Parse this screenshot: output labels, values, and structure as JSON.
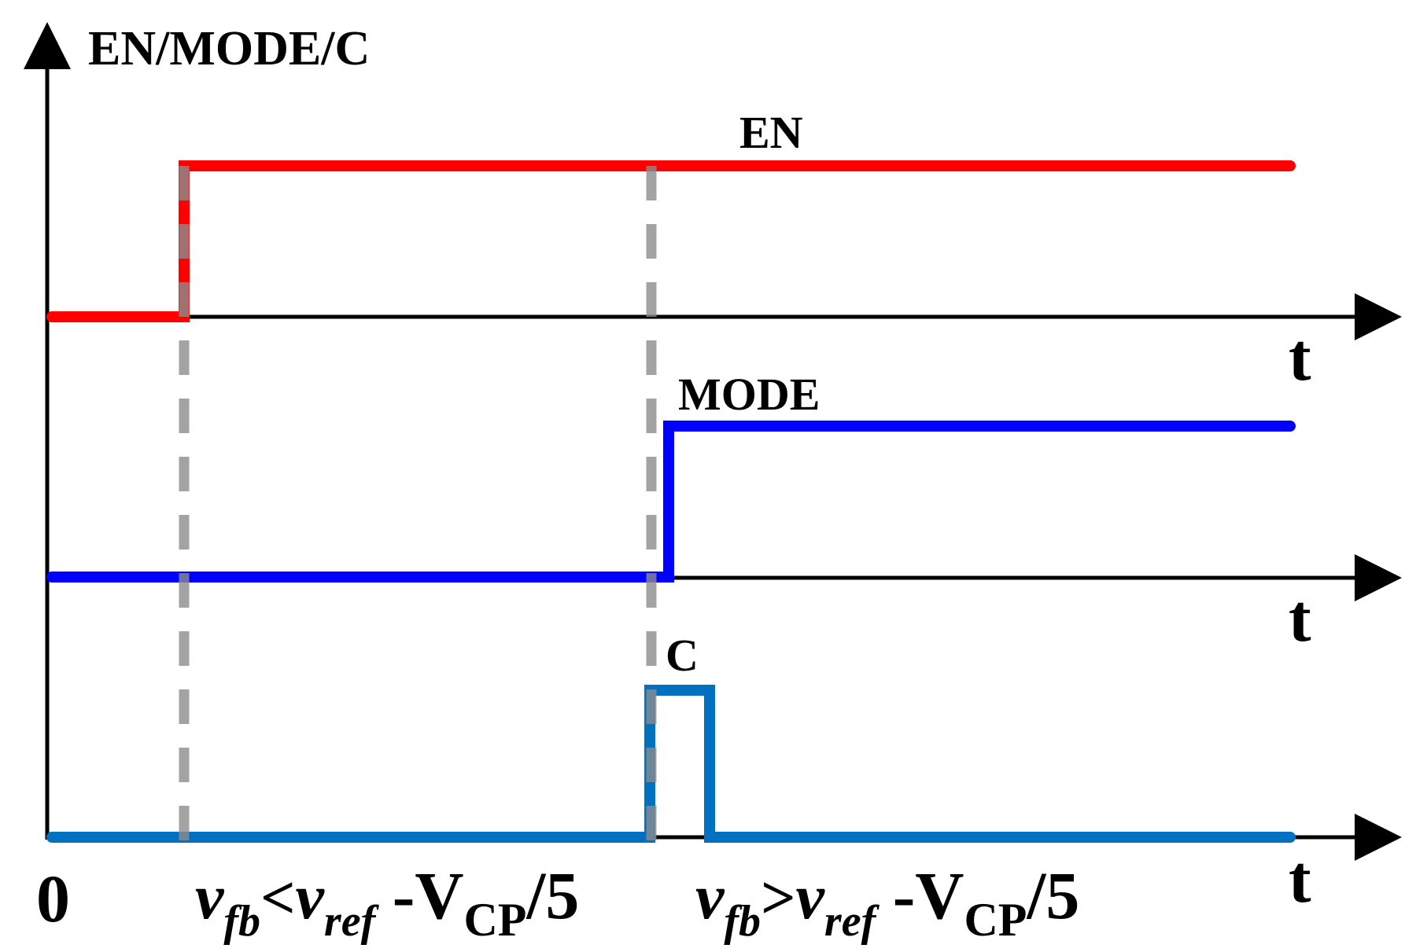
{
  "diagram": {
    "y_axis_label": "EN/MODE/C",
    "origin_label": "0",
    "time_axis_label": "t",
    "signals": {
      "en": {
        "name": "EN",
        "color": "#ff0000"
      },
      "mode": {
        "name": "MODE",
        "color": "#0000ff"
      },
      "c": {
        "name": "C",
        "color": "#0070c0"
      }
    },
    "guide_color": "#8c8c8c",
    "conditions": [
      {
        "v1": "v",
        "s1": "fb",
        "op": "<",
        "v2": "v",
        "s2": "ref",
        "minus": " -V",
        "s3": "CP",
        "tail": "/5"
      },
      {
        "v1": "v",
        "s1": "fb",
        "op": ">",
        "v2": "v",
        "s2": "ref",
        "minus": " -V",
        "s3": "CP",
        "tail": "/5"
      }
    ]
  }
}
